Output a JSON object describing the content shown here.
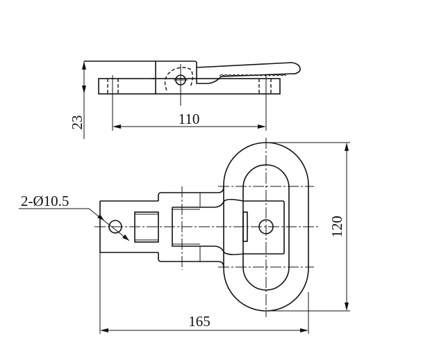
{
  "drawing": {
    "top_view": {
      "dim_height": "23",
      "dim_hole_spacing": "110"
    },
    "plan_view": {
      "hole_callout": "2-Ø10.5",
      "dim_length": "165",
      "dim_width": "120"
    }
  }
}
